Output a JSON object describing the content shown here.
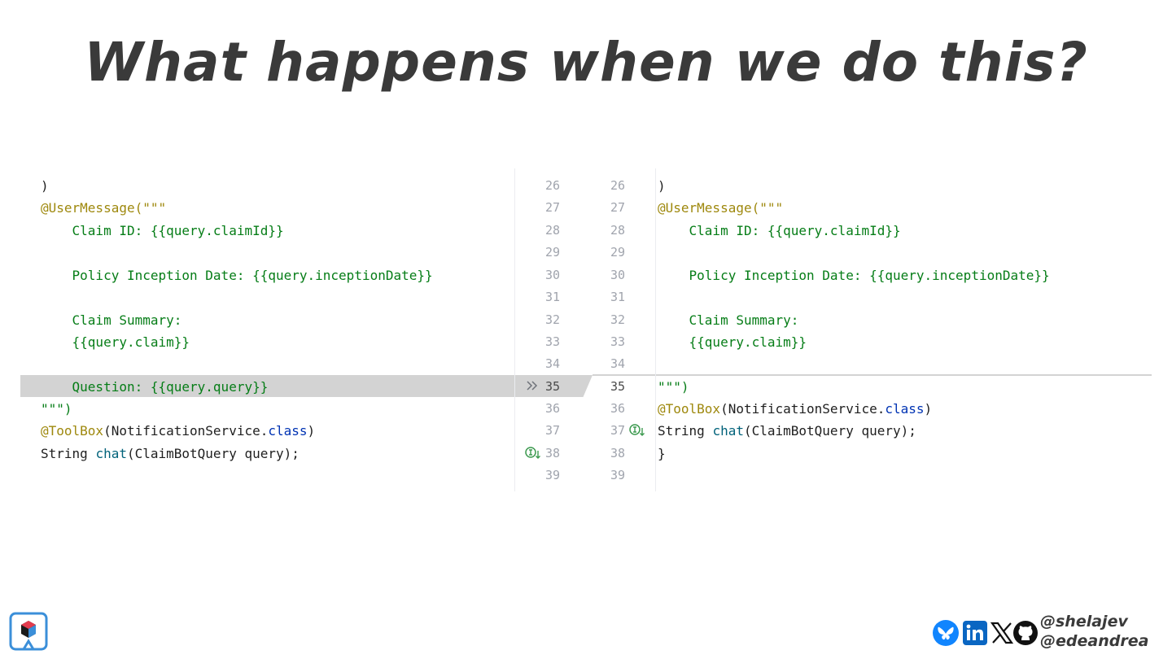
{
  "slide": {
    "title": "What happens when we do this?"
  },
  "left_pane": {
    "lines": [
      ")",
      "@UserMessage(\"\"\"",
      "    Claim ID: {{query.claimId}}",
      "",
      "    Policy Inception Date: {{query.inceptionDate}}",
      "",
      "    Claim Summary:",
      "    {{query.claim}}",
      "",
      "    Question: {{query.query}}",
      "\"\"\")",
      "@ToolBox(NotificationService.class)",
      "String chat(ClaimBotQuery query);"
    ]
  },
  "gutter": {
    "left_numbers": [
      "26",
      "27",
      "28",
      "29",
      "30",
      "31",
      "32",
      "33",
      "34",
      "35",
      "36",
      "37",
      "38",
      "39"
    ],
    "right_numbers": [
      "26",
      "27",
      "28",
      "29",
      "30",
      "31",
      "32",
      "33",
      "34",
      "35",
      "36",
      "37",
      "38",
      "39"
    ],
    "apply_change_icon": "double-chevron-right-icon",
    "implementation_icon": "implemented-method-icon"
  },
  "right_pane": {
    "lines": [
      ")",
      "@UserMessage(\"\"\"",
      "    Claim ID: {{query.claimId}}",
      "",
      "    Policy Inception Date: {{query.inceptionDate}}",
      "",
      "    Claim Summary:",
      "    {{query.claim}}",
      "",
      "\"\"\")",
      "@ToolBox(NotificationService.class)",
      "String chat(ClaimBotQuery query);",
      "}"
    ]
  },
  "footer": {
    "handles": [
      "@shelajev",
      "@edeandrea"
    ],
    "social_icons": [
      "bluesky-icon",
      "linkedin-icon",
      "x-icon",
      "github-icon"
    ],
    "logo_icon": "brand-logo-icon"
  },
  "colors": {
    "annotation": "#9e880d",
    "string": "#067d17",
    "keyword": "#0033b3",
    "function": "#00627a",
    "highlight": "#d3d3d3"
  }
}
